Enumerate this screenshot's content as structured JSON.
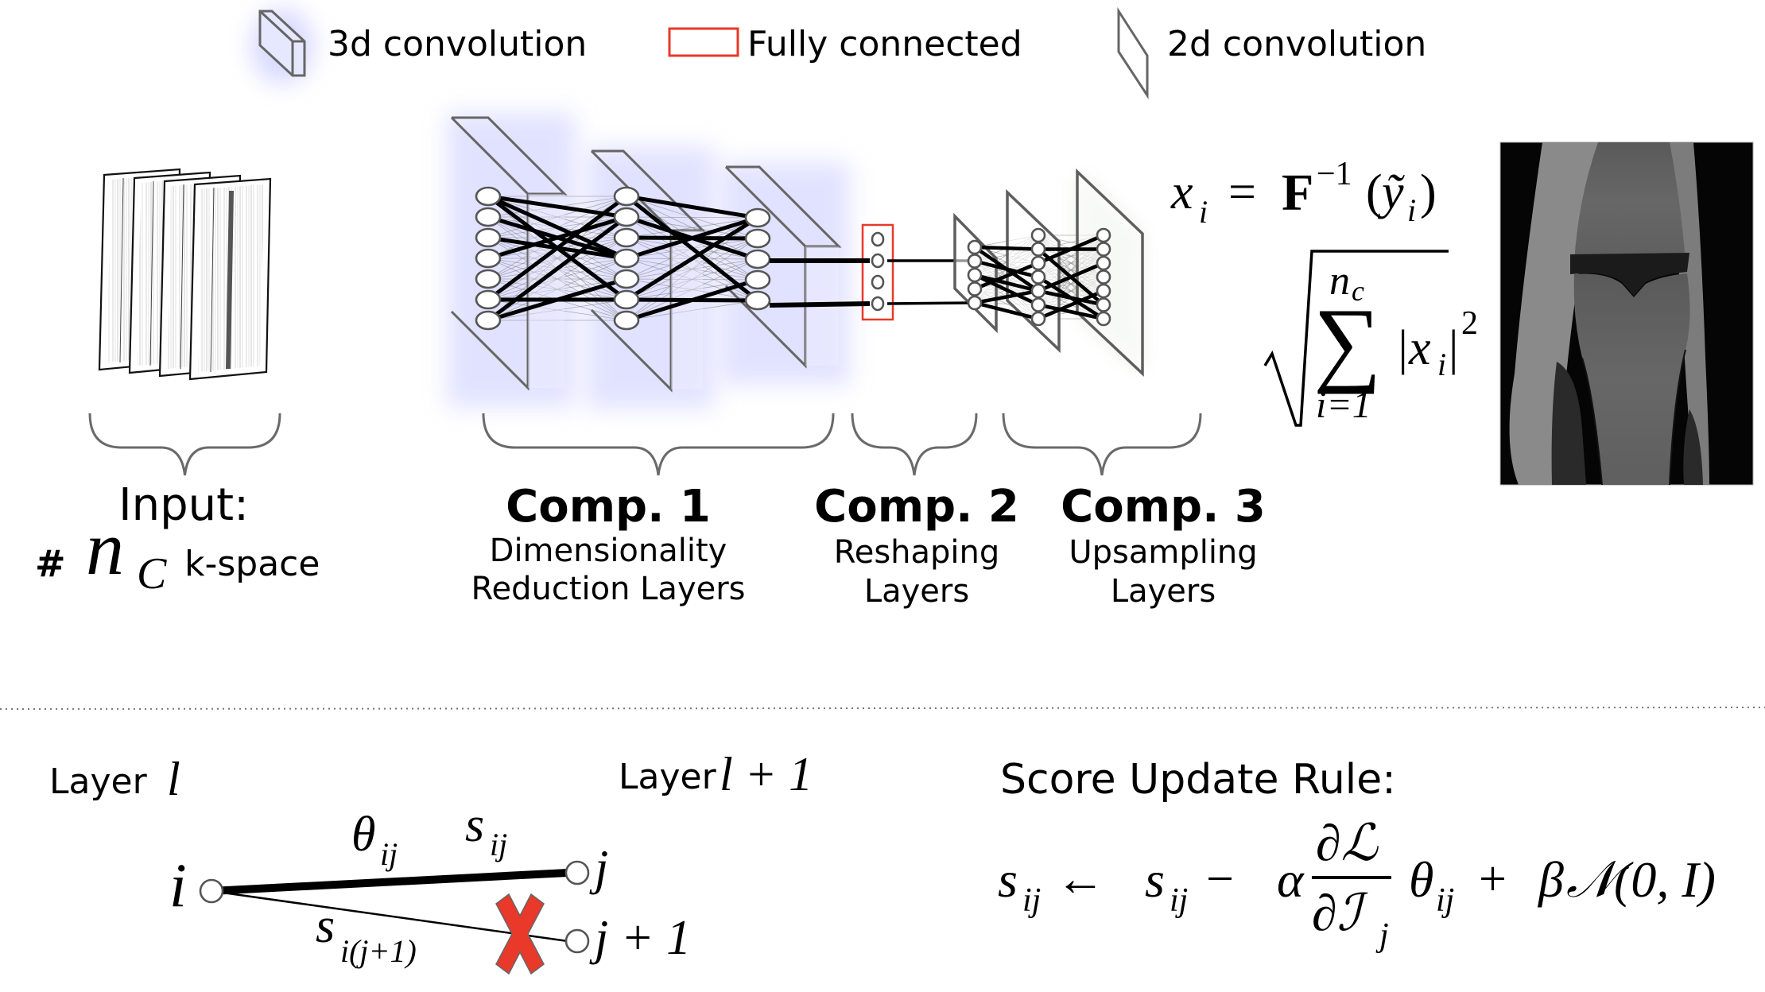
{
  "legend": {
    "items": [
      {
        "icon": "3d-box-icon",
        "label": "3d convolution"
      },
      {
        "icon": "red-rectangle-icon",
        "label": "Fully connected",
        "color": "#e8392a"
      },
      {
        "icon": "2d-plane-icon",
        "label": "2d convolution"
      }
    ]
  },
  "colors": {
    "conv3d_glow": "#c9ccff",
    "conv2d_glow": "#dfe6d8",
    "fully_connected": "#e8392a",
    "pruned_marker": "#e8392a",
    "dotted_separator": "#777777"
  },
  "pipeline": {
    "input": {
      "title": "Input:",
      "line2_prefix": "#",
      "line2_math": "n",
      "line2_math_sub": "C",
      "line2_suffix": "k-space",
      "slice_count": 4
    },
    "components": [
      {
        "title": "Comp. 1",
        "subtitle_lines": [
          "Dimensionality",
          "Reduction Layers"
        ],
        "layer_type": "3d convolution",
        "layers": 3,
        "nodes_per_layer": [
          7,
          7,
          5
        ]
      },
      {
        "title": "Comp. 2",
        "subtitle_lines": [
          "Reshaping",
          "Layers"
        ],
        "layer_type": "Fully connected",
        "nodes": 4
      },
      {
        "title": "Comp. 3",
        "subtitle_lines": [
          "Upsampling",
          "Layers"
        ],
        "layer_type": "2d convolution",
        "layers": 3,
        "nodes_per_layer": [
          5,
          7,
          7
        ]
      }
    ],
    "reconstruction": {
      "formula_1": {
        "lhs": "x",
        "lhs_sub": "i",
        "eq": "=",
        "op": "F",
        "op_sup": "−1",
        "arg_open": "(",
        "arg": "ỹ",
        "arg_sub": "i",
        "arg_close": ")"
      },
      "formula_2": {
        "sum_upper": "n",
        "sum_upper_sub": "c",
        "sum_symbol": "∑",
        "sum_lower": "i=1",
        "term": "|x",
        "term_sub": "i",
        "term_close": "|",
        "term_sup": "2"
      },
      "output_image": "knee-mri-image"
    }
  },
  "bottom": {
    "layer_left": {
      "label": "Layer",
      "math": "l"
    },
    "layer_right": {
      "label": "Layer",
      "math": "l + 1"
    },
    "node_i": "i",
    "node_j": "j",
    "node_j1": "j + 1",
    "edge_weight": {
      "sym": "θ",
      "sub": "ij"
    },
    "edge_score": {
      "sym": "s",
      "sub": "ij"
    },
    "pruned_score": {
      "sym": "s",
      "sub": "i(j+1)"
    },
    "rule_title": "Score Update Rule:",
    "rule": {
      "lhs": "s",
      "lhs_sub": "ij",
      "arrow": "←",
      "rhs1": "s",
      "rhs1_sub": "ij",
      "minus": "−",
      "alpha": "α",
      "frac_num": "∂ℒ",
      "frac_den": "∂ℐ",
      "frac_den_sub": "j",
      "theta": "θ",
      "theta_sub": "ij",
      "plus": "+",
      "beta": "β",
      "normal": "𝒩",
      "normal_args": "(0, I)"
    }
  }
}
